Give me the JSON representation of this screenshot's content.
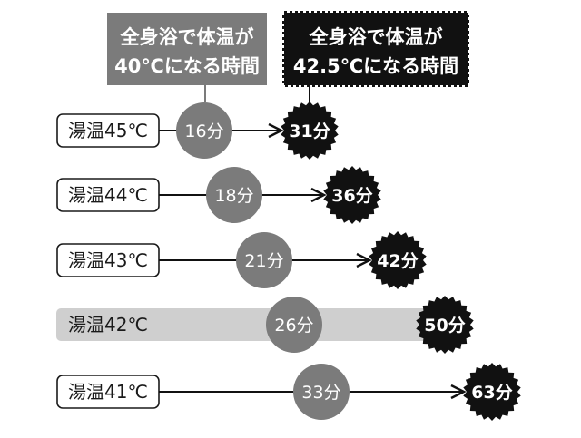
{
  "legend": {
    "gray": {
      "line1": "全身浴で体温が",
      "line2": "40℃になる時間"
    },
    "black": {
      "line1": "全身浴で体温が",
      "line2": "42.5℃になる時間"
    }
  },
  "chart_data": {
    "type": "diagram",
    "rows": [
      {
        "label": "湯温45℃",
        "to_40": "16分",
        "to_42_5": "31分",
        "minutes_40": 16,
        "minutes_42_5": 31,
        "highlighted": false
      },
      {
        "label": "湯温44℃",
        "to_40": "18分",
        "to_42_5": "36分",
        "minutes_40": 18,
        "minutes_42_5": 36,
        "highlighted": false
      },
      {
        "label": "湯温43℃",
        "to_40": "21分",
        "to_42_5": "42分",
        "minutes_40": 21,
        "minutes_42_5": 42,
        "highlighted": false
      },
      {
        "label": "湯温42℃",
        "to_40": "26分",
        "to_42_5": "50分",
        "minutes_40": 26,
        "minutes_42_5": 50,
        "highlighted": true
      },
      {
        "label": "湯温41℃",
        "to_40": "33分",
        "to_42_5": "63分",
        "minutes_40": 33,
        "minutes_42_5": 63,
        "highlighted": false
      }
    ]
  },
  "colors": {
    "gray_marker": "#7b7b7b",
    "black_marker": "#111111",
    "highlight_band": "#cfcfcf",
    "line": "#111111"
  }
}
